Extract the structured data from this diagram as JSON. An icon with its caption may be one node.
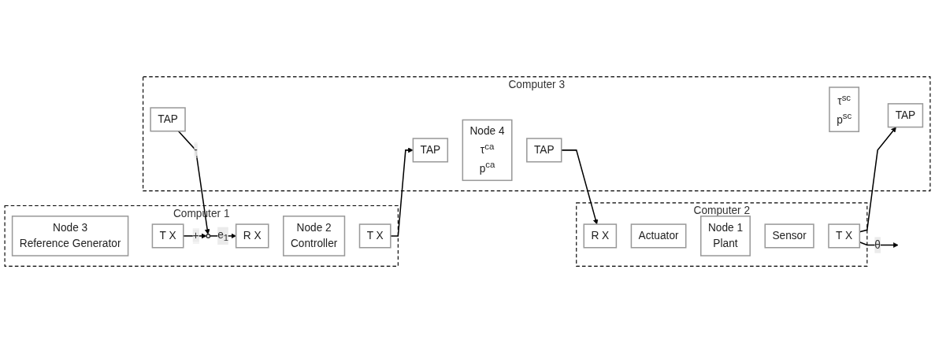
{
  "diagram": {
    "nodes": [
      {
        "text": [
          "Computer 1"
        ]
      },
      {
        "text": [
          "Node 3",
          "Reference Generator"
        ],
        "in": 0
      },
      {
        "text": [
          "T X"
        ],
        "in": 0
      },
      {
        "text": [],
        "shape": "circle",
        "in": 0
      },
      {
        "text": [
          "R X"
        ],
        "in": 0
      },
      {
        "text": [
          "Node 2",
          "Controller"
        ],
        "in": 0
      },
      {
        "text": [
          "T X"
        ],
        "in": 0
      },
      {
        "text": [
          "Computer 3"
        ]
      },
      {
        "text": [
          "TAP"
        ],
        "in": 7
      },
      {
        "text": [
          "Node 4",
          "τ$^{ca}$",
          "p$^{ca}$"
        ],
        "in": 7
      },
      {
        "text": [
          "TAP"
        ],
        "in": 7
      },
      {
        "text": [
          "TAP"
        ],
        "in": 7
      },
      {
        "text": [
          "τ$^{sc}$",
          "p$^{sc}$"
        ],
        "in": 7
      },
      {
        "text": [
          "TAP"
        ],
        "in": 7
      },
      {
        "text": [
          "Computer 2"
        ]
      },
      {
        "text": [
          "R X"
        ],
        "in": 14
      },
      {
        "text": [
          "Actuator"
        ],
        "in": 14
      },
      {
        "text": [
          "Node 1",
          "Plant"
        ],
        "in": 14
      },
      {
        "text": [
          "Sensor"
        ],
        "in": 14
      },
      {
        "text": [
          "T X"
        ],
        "in": 14
      }
    ],
    "edges": [
      {
        "from": 2,
        "to": 3,
        "arrow": "to",
        "label": "+"
      },
      {
        "from": 3,
        "to": 4,
        "arrow": "to",
        "label": "e$_{1}$"
      },
      {
        "from": 6,
        "to": 8,
        "arrow": "to"
      },
      {
        "from": 10,
        "to": 15,
        "arrow": "to"
      },
      {
        "from": 19,
        "to": null,
        "arrow": "to",
        "label": "θ"
      },
      {
        "from": 19,
        "to": 13,
        "arrow": "to"
      },
      {
        "from": 11,
        "to": 3,
        "arrow": "to",
        "label": "-"
      }
    ]
  }
}
